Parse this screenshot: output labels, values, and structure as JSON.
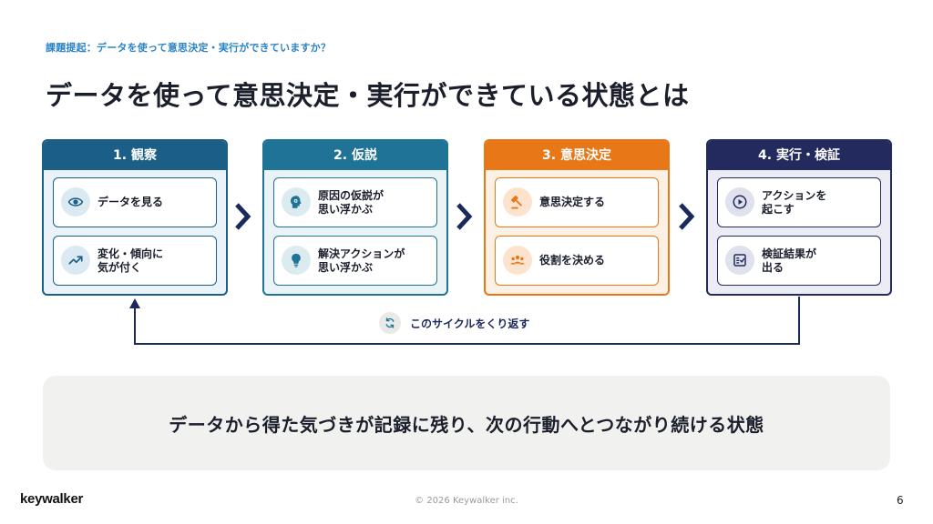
{
  "header": {
    "section_label": "課題提起：データを使って意思決定・実行ができていますか？",
    "title": "データを使って意思決定・実行ができている状態とは"
  },
  "steps": [
    {
      "title": "1. 観察",
      "color": "#1b5f86",
      "items": [
        {
          "label": "データを見る",
          "icon": "eye-icon"
        },
        {
          "label": "変化・傾向に\n気が付く",
          "icon": "trend-up-icon"
        }
      ]
    },
    {
      "title": "2. 仮説",
      "color": "#1f7396",
      "items": [
        {
          "label": "原因の仮説が\n思い浮かぶ",
          "icon": "head-gear-icon"
        },
        {
          "label": "解決アクションが\n思い浮かぶ",
          "icon": "lightbulb-icon"
        }
      ]
    },
    {
      "title": "3. 意思決定",
      "color": "#e87718",
      "items": [
        {
          "label": "意思決定する",
          "icon": "gavel-icon"
        },
        {
          "label": "役割を決める",
          "icon": "team-icon"
        }
      ]
    },
    {
      "title": "4. 実行・検証",
      "color": "#232a5e",
      "items": [
        {
          "label": "アクションを\n起こす",
          "icon": "play-icon"
        },
        {
          "label": "検証結果が\n出る",
          "icon": "checklist-icon"
        }
      ]
    }
  ],
  "cycle": {
    "label": "このサイクルをくり返す",
    "icon": "refresh-icon"
  },
  "summary": {
    "text": "データから得た気づきが記録に残り、次の行動へとつながり続ける状態"
  },
  "footer": {
    "logo": "keywalker",
    "copyright": "© 2026 Keywalker inc.",
    "page_number": "6"
  }
}
